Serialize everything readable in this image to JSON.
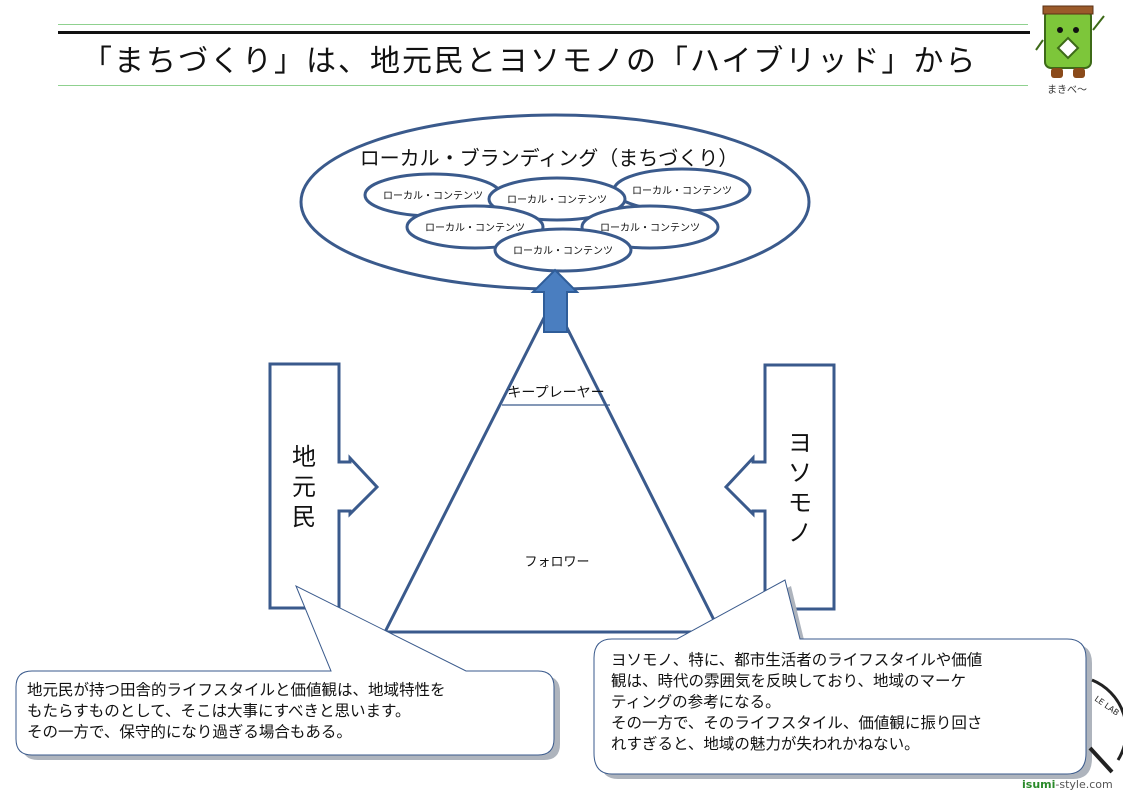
{
  "title": "「まちづくり」は、地元民とヨソモノの「ハイブリッド」から",
  "branding": {
    "title": "ローカル・ブランディング（まちづくり）",
    "contents": [
      "ローカル・コンテンツ",
      "ローカル・コンテンツ",
      "ローカル・コンテンツ",
      "ローカル・コンテンツ",
      "ローカル・コンテンツ",
      "ローカル・コンテンツ"
    ]
  },
  "pyramid": {
    "top_label": "キープレーヤー",
    "bottom_label": "フォロワー"
  },
  "left_box": {
    "label": [
      "地",
      "元",
      "民"
    ]
  },
  "right_box": {
    "label": [
      "ヨ",
      "ソ",
      "モ",
      "ノ"
    ]
  },
  "callouts": {
    "left": [
      "地元民が持つ田舎的ライフスタイルと価値観は、地域特性を",
      "もたらすものとして、そこは大事にすべきと思います。",
      "その一方で、保守的になり過ぎる場合もある。"
    ],
    "right": [
      "ヨソモノ、特に、都市生活者のライフスタイルや価値",
      "観は、時代の雰囲気を反映しており、地域のマーケ",
      "ティングの参考になる。",
      "その一方で、そのライフスタイル、価値観に振り回さ",
      "れすぎると、地域の魅力が失われかねない。"
    ]
  },
  "mascot": {
    "caption": "まきべ〜"
  },
  "footer": {
    "site": "isumi",
    "site_suffix": "-style.com",
    "logo_text": "LE LAB"
  },
  "colors": {
    "shape_stroke": "#3a5a8c",
    "arrow_fill": "#4a7ec0",
    "mascot_green": "#7dc63a",
    "rule_green": "#8fd18f"
  }
}
